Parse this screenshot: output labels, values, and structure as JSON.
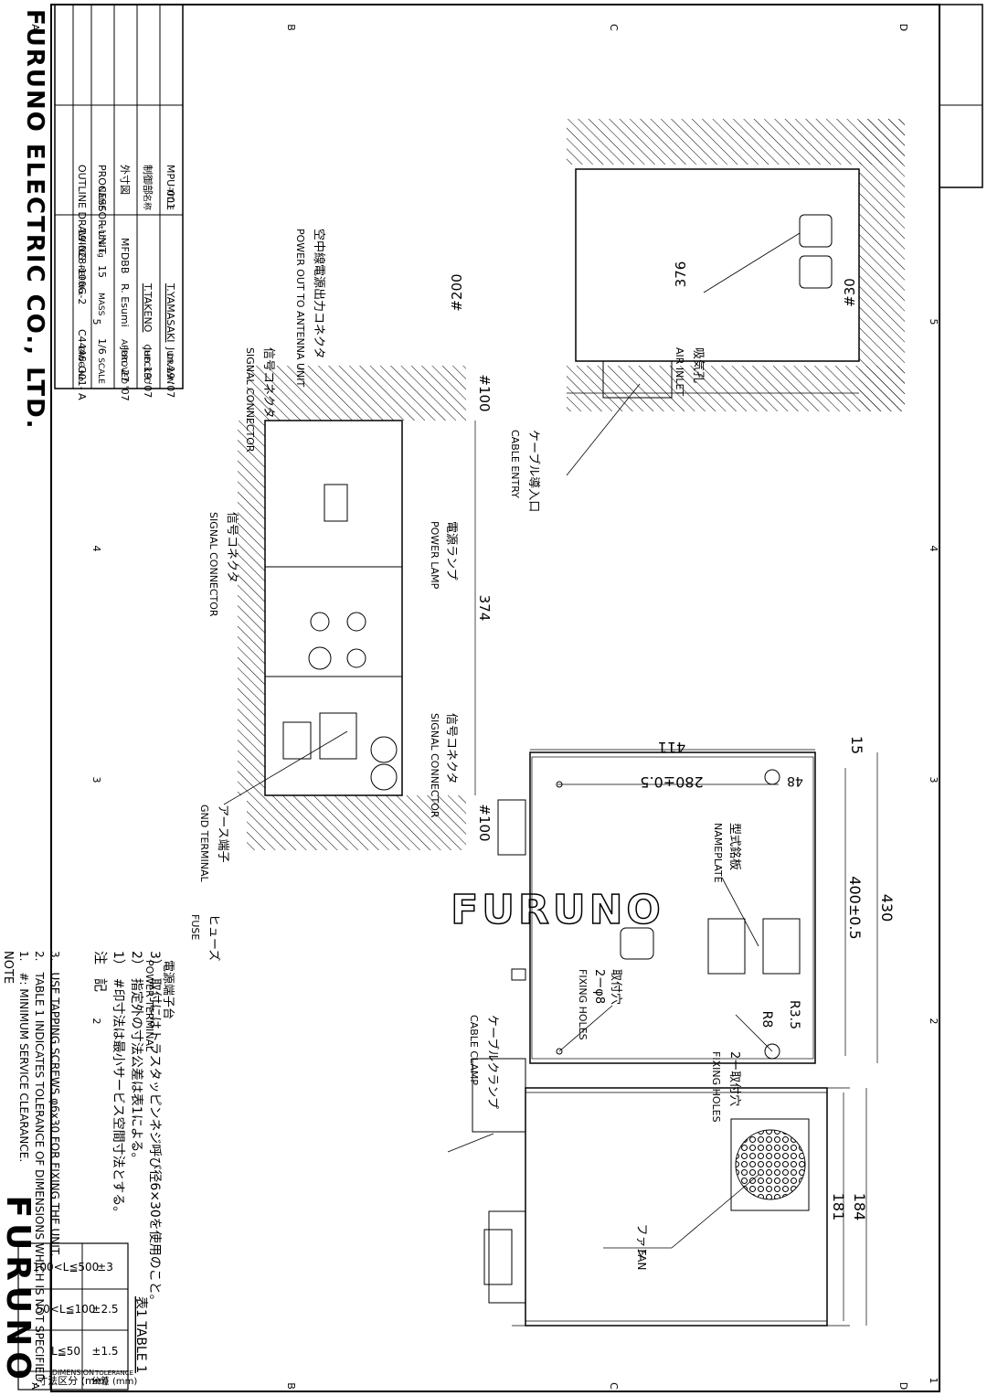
{
  "brand": {
    "logo_text": "FURUNO",
    "company": "FURUNO ELECTRIC CO., LTD."
  },
  "zones": {
    "columns": [
      "1",
      "2",
      "3",
      "4",
      "5"
    ],
    "rows": [
      "A",
      "B",
      "C",
      "D"
    ]
  },
  "table1": {
    "title": "表1 TABLE 1",
    "header_dim_jp": "寸法区分 (mm)",
    "header_dim_en": "DIMENSION",
    "header_tol_jp": "公差 (mm)",
    "header_tol_en": "TOLERANCE",
    "rows": [
      {
        "dim": "L≦50",
        "tol": "±1.5"
      },
      {
        "dim": "50<L≦100",
        "tol": "±2.5"
      },
      {
        "dim": "100<L≦500",
        "tol": "±3"
      }
    ]
  },
  "labels": {
    "fan_jp": "ファン",
    "fan_en": "FAN",
    "fixing_holes_2_jp": "2ー取付穴",
    "fixing_holes_2_en": "FIXING HOLES",
    "fixing_holes_d8_jp1": "取付穴",
    "fixing_holes_d8_jp2": "2ーφ8",
    "fixing_holes_d8_en": "FIXING HOLES",
    "cable_clamp_jp": "ケーブルクランプ",
    "cable_clamp_en": "CABLE CLAMP",
    "nameplate_jp": "型式銘板",
    "nameplate_en": "NAMEPLATE",
    "air_inlet_jp": "吸気孔",
    "air_inlet_en": "AIR INLET",
    "cable_entry_jp": "ケーブル導入口",
    "cable_entry_en": "CABLE ENTRY",
    "power_out_jp": "空中線電源出力コネクタ",
    "power_out_en": "POWER OUT TO ANTENNA UNIT",
    "signal_conn_jp": "信号コネクタ",
    "signal_conn_en": "SIGNAL CONNECTOR",
    "power_lamp_jp": "電源ランプ",
    "power_lamp_en": "POWER LAMP",
    "gnd_terminal_jp": "アース端子",
    "gnd_terminal_en": "GND TERMINAL",
    "fuse_jp": "ヒューズ",
    "fuse_en": "FUSE",
    "power_terminal_jp": "電源端子台",
    "power_terminal_en": "POWER TERMINAL"
  },
  "dims": {
    "d184": "184",
    "d181": "181",
    "d15": "15",
    "d48": "48",
    "d280": "280±0.5",
    "d411": "411",
    "d430": "430",
    "d400": "400±0.5",
    "r35": "R3.5",
    "r8": "R8",
    "d100a": "#100",
    "d100b": "#100",
    "d374": "374",
    "d30": "#30",
    "d376": "376",
    "d200": "#200"
  },
  "notes_jp": {
    "heading": "注　記",
    "n1": "1）　#印寸法は最小サービス空間寸法とする。",
    "n2": "2）　指定外の寸法公差は表1による。",
    "n3": "3）　取付にはトラスタッピンネジ呼び径6×30を使用のこと。"
  },
  "notes_en": {
    "heading": "NOTE",
    "n1": "1.　#: MINIMUM SERVICE CLEARANCE.",
    "n2": "2.　TABLE 1 INDICATES TOLERANCE OF DIMENSIONS WHICH IS NOT SPECIFIED.",
    "n3": "3.　USE TAPPING SCREWS φ6x30 FOR FIXING THE UNIT."
  },
  "title_block": {
    "drawn_label": "DRAWN",
    "drawn_date": "Jun.19 '07",
    "drawn_name": "T.YAMASAKI",
    "checked_label": "CHECKED",
    "checked_date": "Jun.19 '07",
    "checked_name": "T.TAKENO",
    "approved_label": "APPROVED",
    "approved_date": "Jun. 27 '07",
    "approved_name": "R. Esumi",
    "scale_label": "SCALE",
    "scale": "1/6",
    "mass_label": "MASS",
    "mass": "15",
    "mass_unit": "±10% kg",
    "dwg_label": "DWG.No.",
    "dwg_no": "C4446-G01- A",
    "ref_label": "REF.No.",
    "ref_no": "19-028-100G-2",
    "mfd": "MFDBB",
    "title_label": "TITLE",
    "title": "MPU-001",
    "meisho_label": "名称",
    "meisho1": "制御部",
    "meisho2": "外寸図",
    "name_label": "NAME",
    "name1": "PROCESSOR UNIT",
    "name2": "OUTLINE DRAWING"
  }
}
